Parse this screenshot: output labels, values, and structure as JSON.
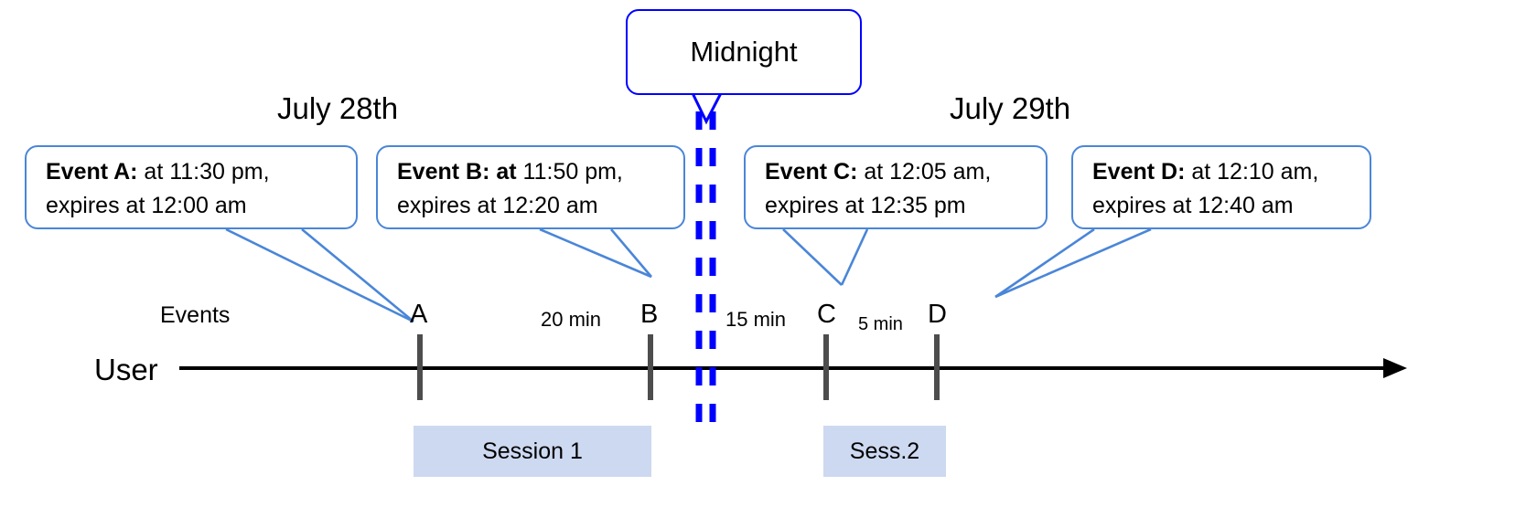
{
  "diagram": {
    "title_left": "July 28th",
    "title_right": "July 29th",
    "midnight_label": "Midnight",
    "lane_labels": {
      "events": "Events",
      "user": "User"
    },
    "accent_blue": "#4a86d8",
    "midnight_blue": "#0000ff",
    "session_fill": "#cdd9f0",
    "tick_color": "#4d4d4d",
    "axis_color": "#000000"
  },
  "callouts": [
    {
      "id": "event-a",
      "bold": "Event A:",
      "line1_rest": " at 11:30 pm,",
      "line2": "expires at 12:00 am"
    },
    {
      "id": "event-b",
      "bold": "Event B: at",
      "line1_rest": " 11:50 pm,",
      "line2": "expires at 12:20 am"
    },
    {
      "id": "event-c",
      "bold": "Event C:",
      "line1_rest": " at 12:05 am,",
      "line2": "expires at 12:35 pm"
    },
    {
      "id": "event-d",
      "bold": "Event D:",
      "line1_rest": "  at 12:10 am,",
      "line2": "expires at 12:40 am"
    }
  ],
  "ticks": [
    {
      "id": "tick-a",
      "label": "A"
    },
    {
      "id": "tick-b",
      "label": "B"
    },
    {
      "id": "tick-c",
      "label": "C"
    },
    {
      "id": "tick-d",
      "label": "D"
    }
  ],
  "gaps": [
    {
      "id": "gap-ab",
      "label": "20 min"
    },
    {
      "id": "gap-bc",
      "label": "15 min"
    },
    {
      "id": "gap-cd",
      "label": "5 min"
    }
  ],
  "sessions": [
    {
      "id": "session-1",
      "label": "Session 1"
    },
    {
      "id": "session-2",
      "label": "Sess.2"
    }
  ]
}
